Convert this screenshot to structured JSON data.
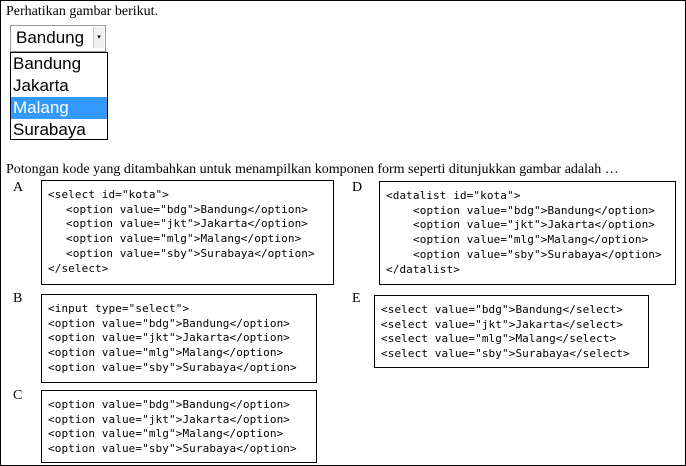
{
  "intro": "Perhatikan gambar berikut.",
  "dropdown": {
    "selected": "Bandung",
    "arrow": "▾",
    "options": [
      "Bandung",
      "Jakarta",
      "Malang",
      "Surabaya"
    ],
    "highlighted_color": "#3399ff"
  },
  "question": "Potongan kode yang ditambahkan untuk menampilkan komponen form seperti ditunjukkan gambar adalah …",
  "answers": {
    "A": {
      "letter": "A",
      "lines": [
        "<select id=\"kota\">",
        "<option value=\"bdg\">Bandung</option>",
        "<option value=\"jkt\">Jakarta</option>",
        "<option value=\"mlg\">Malang</option>",
        "<option value=\"sby\">Surabaya</option>",
        "</select>"
      ]
    },
    "B": {
      "letter": "B",
      "lines": [
        "<input type=\"select\">",
        "<option value=\"bdg\">Bandung</option>",
        "<option value=\"jkt\">Jakarta</option>",
        "<option value=\"mlg\">Malang</option>",
        "<option value=\"sby\">Surabaya</option>"
      ]
    },
    "C": {
      "letter": "C",
      "lines": [
        "<option value=\"bdg\">Bandung</option>",
        "<option value=\"jkt\">Jakarta</option>",
        "<option value=\"mlg\">Malang</option>",
        "<option value=\"sby\">Surabaya</option>"
      ]
    },
    "D": {
      "letter": "D",
      "lines": [
        "<datalist id=\"kota\">",
        "<option value=\"bdg\">Bandung</option>",
        "<option value=\"jkt\">Jakarta</option>",
        "<option value=\"mlg\">Malang</option>",
        "<option value=\"sby\">Surabaya</option>",
        "</datalist>"
      ]
    },
    "E": {
      "letter": "E",
      "lines": [
        "<select value=\"bdg\">Bandung</select>",
        "<select value=\"jkt\">Jakarta</select>",
        "<select value=\"mlg\">Malang</select>",
        "<select value=\"sby\">Surabaya</select>"
      ]
    }
  }
}
